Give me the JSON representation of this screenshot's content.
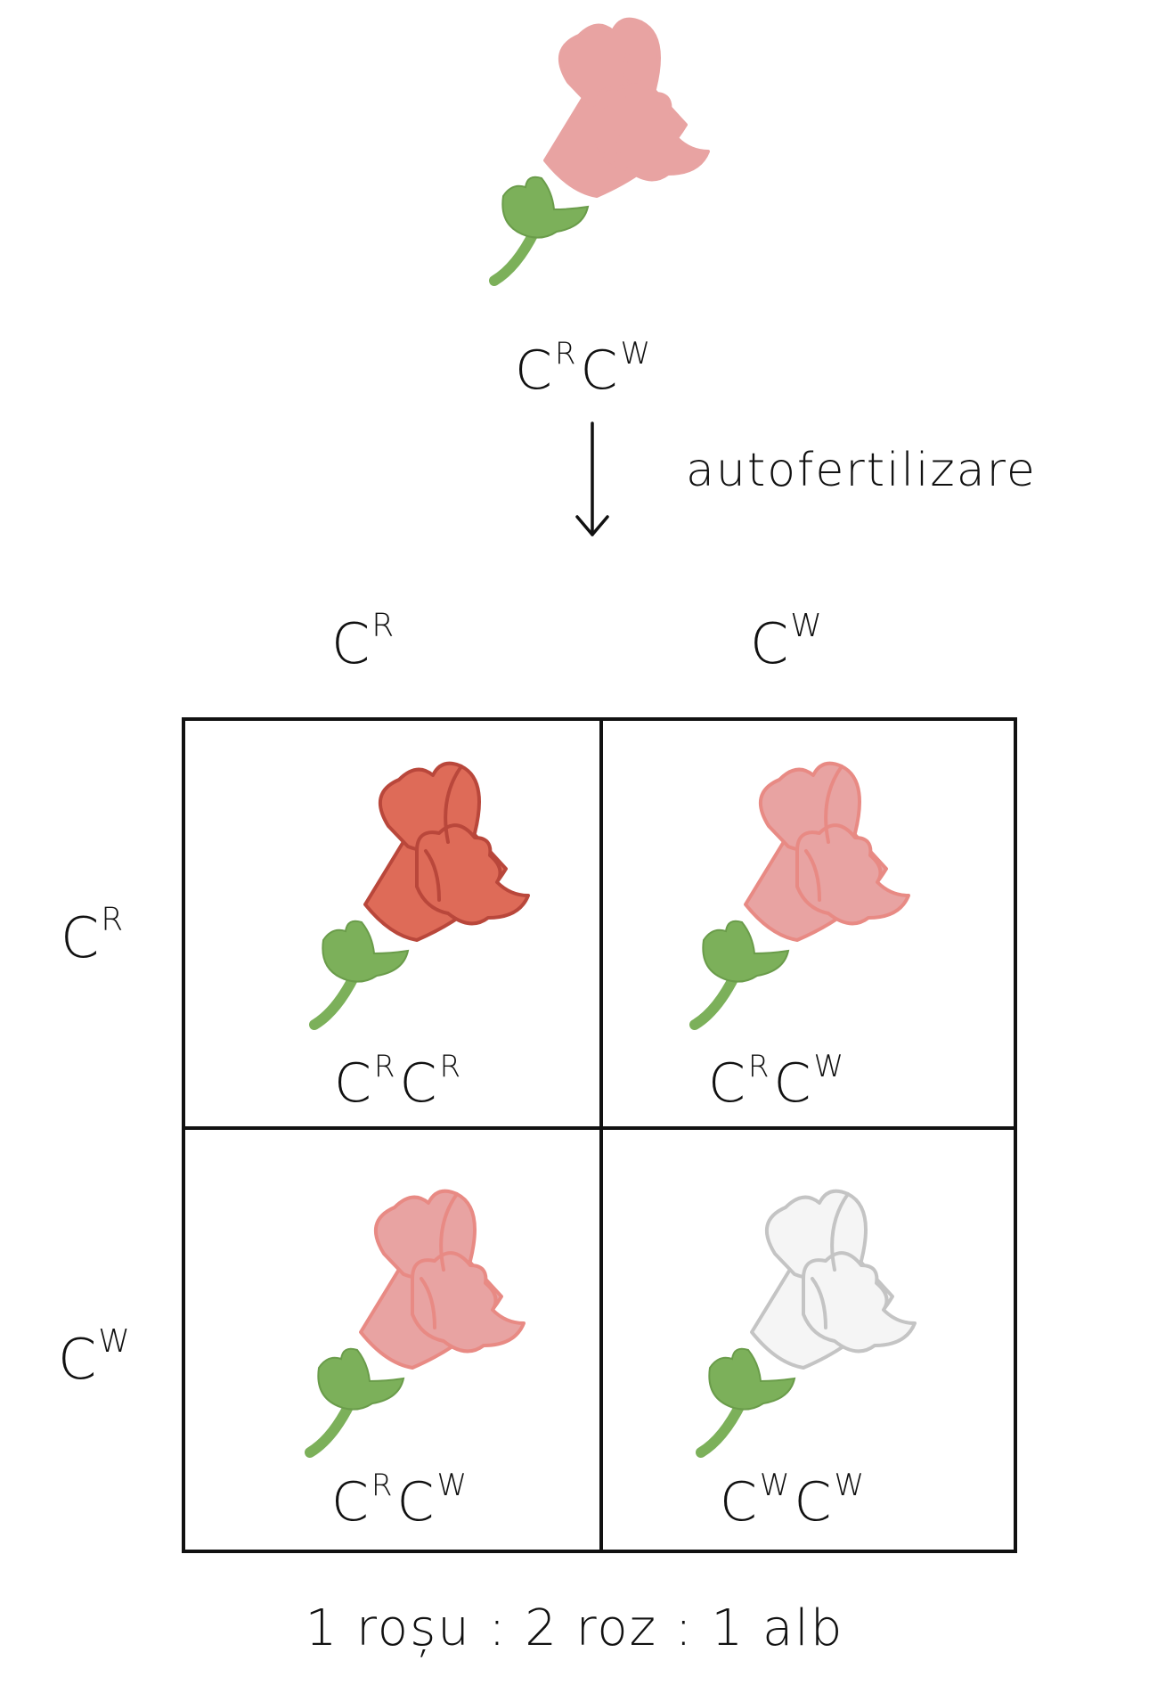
{
  "parent": {
    "genotype": {
      "base1": "C",
      "sup1": "R",
      "base2": "C",
      "sup2": "W"
    },
    "color": "#e8a3a2"
  },
  "process_label": "autofertilizare",
  "gametes": {
    "top": [
      {
        "base": "C",
        "sup": "R"
      },
      {
        "base": "C",
        "sup": "W"
      }
    ],
    "left": [
      {
        "base": "C",
        "sup": "R"
      },
      {
        "base": "C",
        "sup": "W"
      }
    ]
  },
  "cells": [
    {
      "genotype": {
        "base1": "C",
        "sup1": "R",
        "base2": "C",
        "sup2": "R"
      },
      "color": "#de6b58",
      "stroke": "#b9473b"
    },
    {
      "genotype": {
        "base1": "C",
        "sup1": "R",
        "base2": "C",
        "sup2": "W"
      },
      "color": "#e8a3a2",
      "stroke": "#e88a84"
    },
    {
      "genotype": {
        "base1": "C",
        "sup1": "R",
        "base2": "C",
        "sup2": "W"
      },
      "color": "#e8a3a2",
      "stroke": "#e88a84"
    },
    {
      "genotype": {
        "base1": "C",
        "sup1": "W",
        "base2": "C",
        "sup2": "W"
      },
      "color": "#f5f5f5",
      "stroke": "#c4c4c4"
    }
  ],
  "stem_color": "#7cb05a",
  "ratio_text": "1 roșu : 2 roz : 1 alb"
}
